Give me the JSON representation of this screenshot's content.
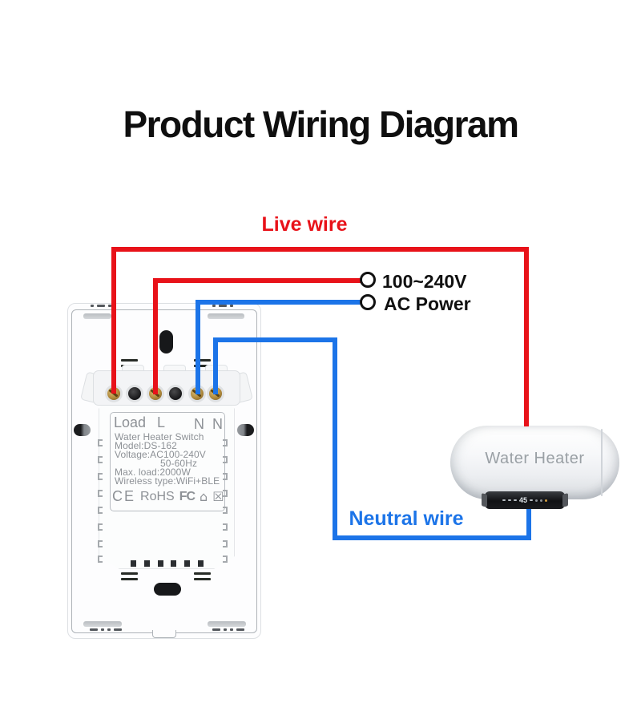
{
  "title": "Product Wiring Diagram",
  "wiring": {
    "live_label": "Live wire",
    "neutral_label": "Neutral wire",
    "supply_line1": "100~240V",
    "supply_line2": "AC Power"
  },
  "colors": {
    "live_wire": "#e81219",
    "neutral_wire": "#1c74e8"
  },
  "switch": {
    "terminal_labels": [
      "Load",
      "L",
      "N",
      "N"
    ],
    "spec_lines": [
      "Water Heater Switch",
      "Model:DS-162",
      "Voltage:AC100-240V",
      "50-60Hz",
      "Max. load:2000W",
      "Wireless type:WiFi+BLE"
    ],
    "certifications": {
      "ce": "CE",
      "rohs": "RoHS",
      "fcc": "FC"
    }
  },
  "water_heater": {
    "label": "Water Heater",
    "display_value": "45"
  }
}
